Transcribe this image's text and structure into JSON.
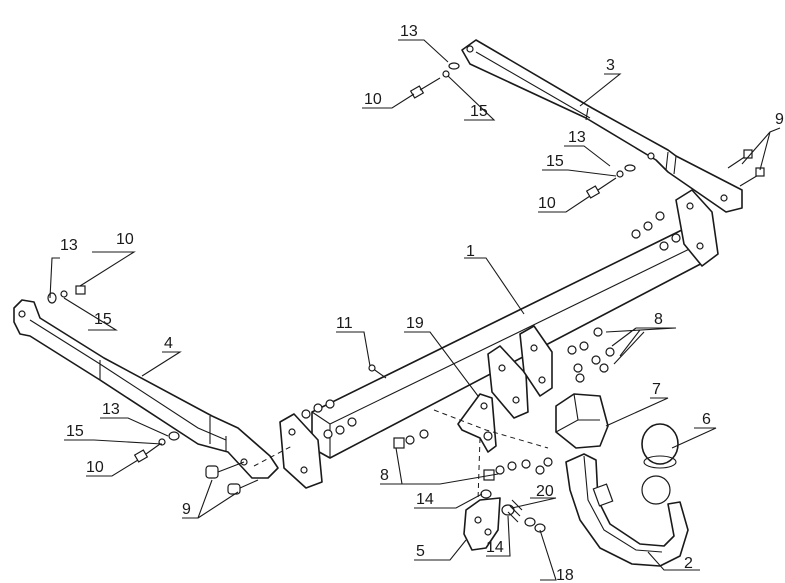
{
  "callouts": [
    {
      "id": "c1",
      "label": "1"
    },
    {
      "id": "c2",
      "label": "2"
    },
    {
      "id": "c3",
      "label": "3"
    },
    {
      "id": "c4",
      "label": "4"
    },
    {
      "id": "c5",
      "label": "5"
    },
    {
      "id": "c6",
      "label": "6"
    },
    {
      "id": "c7",
      "label": "7"
    },
    {
      "id": "c8a",
      "label": "8"
    },
    {
      "id": "c8b",
      "label": "8"
    },
    {
      "id": "c9a",
      "label": "9"
    },
    {
      "id": "c9b",
      "label": "9"
    },
    {
      "id": "c10a",
      "label": "10"
    },
    {
      "id": "c10b",
      "label": "10"
    },
    {
      "id": "c10c",
      "label": "10"
    },
    {
      "id": "c10d",
      "label": "10"
    },
    {
      "id": "c11",
      "label": "11"
    },
    {
      "id": "c13a",
      "label": "13"
    },
    {
      "id": "c13b",
      "label": "13"
    },
    {
      "id": "c13c",
      "label": "13"
    },
    {
      "id": "c13d",
      "label": "13"
    },
    {
      "id": "c14a",
      "label": "14"
    },
    {
      "id": "c14b",
      "label": "14"
    },
    {
      "id": "c15a",
      "label": "15"
    },
    {
      "id": "c15b",
      "label": "15"
    },
    {
      "id": "c15c",
      "label": "15"
    },
    {
      "id": "c15d",
      "label": "15"
    },
    {
      "id": "c18",
      "label": "18"
    },
    {
      "id": "c19",
      "label": "19"
    },
    {
      "id": "c20",
      "label": "20"
    }
  ],
  "colors": {
    "line": "#1a1a1a",
    "background": "#ffffff"
  }
}
